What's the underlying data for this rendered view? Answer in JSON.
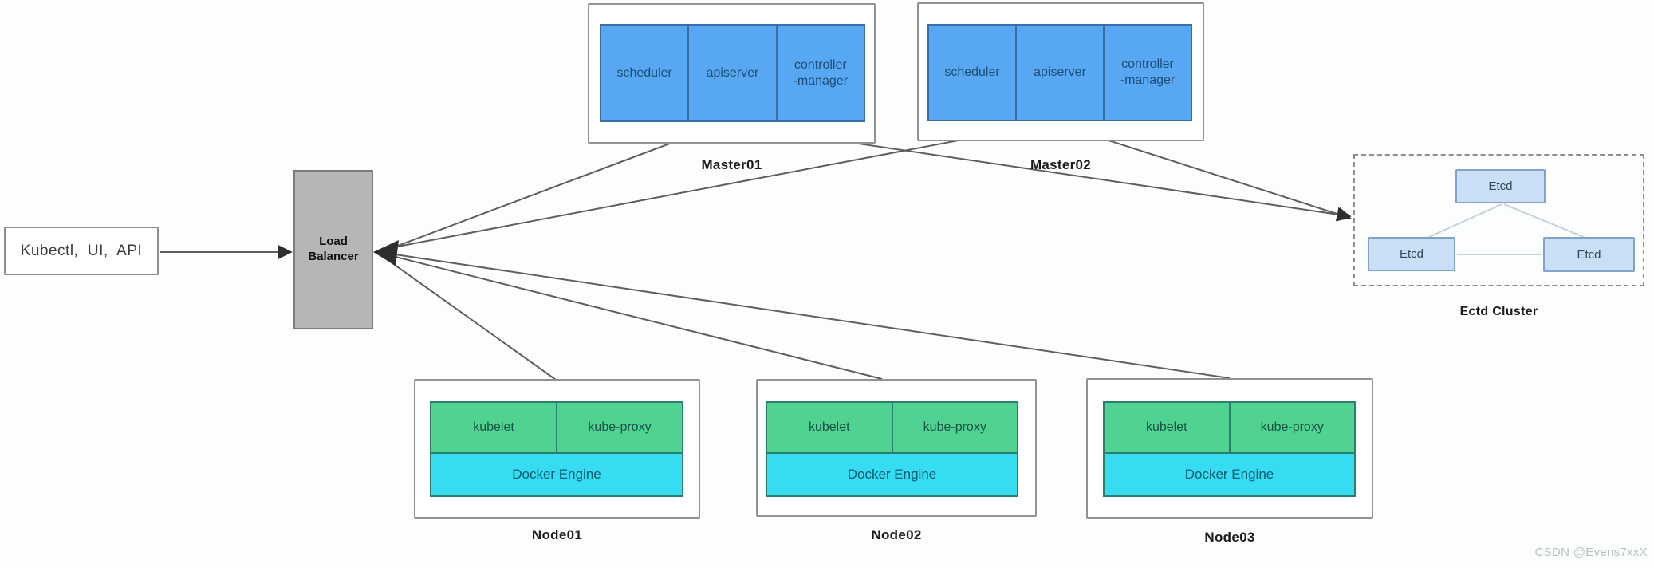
{
  "client": {
    "label": "Kubectl,  UI,  API"
  },
  "load_balancer": {
    "label": "Load\nBalancer"
  },
  "masters": [
    {
      "label": "Master01",
      "components": [
        "scheduler",
        "apiserver",
        "controller\n-manager"
      ]
    },
    {
      "label": "Master02",
      "components": [
        "scheduler",
        "apiserver",
        "controller\n-manager"
      ]
    }
  ],
  "etcd_cluster": {
    "label": "Ectd Cluster",
    "nodes": [
      "Etcd",
      "Etcd",
      "Etcd"
    ]
  },
  "worker_nodes": [
    {
      "label": "Node01",
      "components": [
        "kubelet",
        "kube-proxy",
        "Docker Engine"
      ]
    },
    {
      "label": "Node02",
      "components": [
        "kubelet",
        "kube-proxy",
        "Docker Engine"
      ]
    },
    {
      "label": "Node03",
      "components": [
        "kubelet",
        "kube-proxy",
        "Docker Engine"
      ]
    }
  ],
  "watermark": "CSDN @Evens7xxX",
  "colors": {
    "master_component_fill": "#57a7f3",
    "master_component_border": "#3a70a6",
    "node_agent_fill": "#4fd292",
    "docker_fill": "#35dcf2",
    "etcd_fill": "#cadff5",
    "load_balancer_fill": "#b6b6b6",
    "connector_line": "#5e5e5e"
  }
}
